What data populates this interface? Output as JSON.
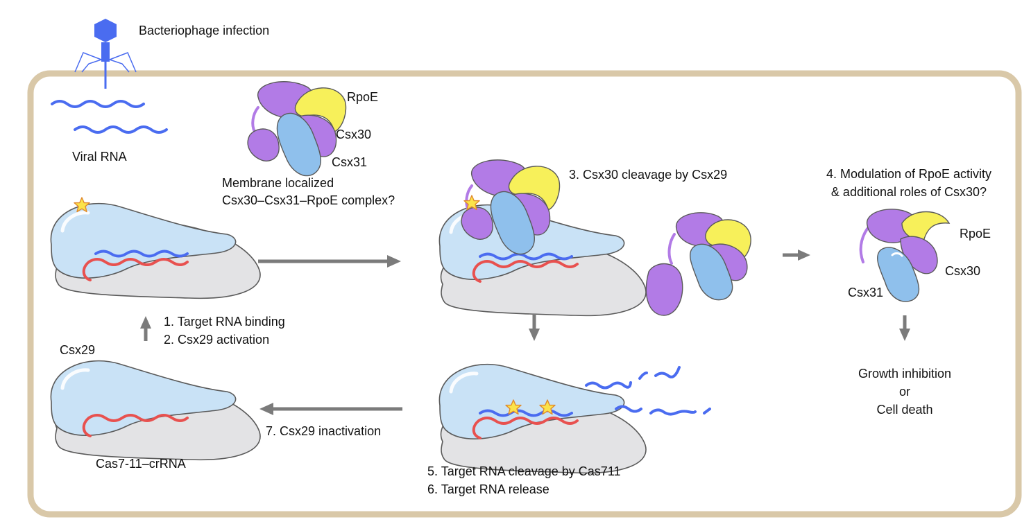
{
  "labels": {
    "phage": "Bacteriophage infection",
    "viral_rna": "Viral RNA",
    "rpoe_top": "RpoE",
    "csx30_top": "Csx30",
    "csx31_top": "Csx31",
    "membrane_line1": "Membrane localized",
    "membrane_line2": "Csx30–Csx31–RpoE complex?",
    "step3": "3. Csx30 cleavage by Csx29",
    "step4_line1": "4. Modulation of RpoE activity",
    "step4_line2": "& additional roles of Csx30?",
    "rpoe_right": "RpoE",
    "csx30_right": "Csx30",
    "csx31_right": "Csx31",
    "step1": "1. Target RNA binding",
    "step2": "2. Csx29 activation",
    "csx29": "Csx29",
    "cas711_crrna": "Cas7-11–crRNA",
    "step7": "7. Csx29 inactivation",
    "step5": "5. Target RNA cleavage by Cas711",
    "step6": "6. Target RNA release",
    "outcome_line1": "Growth inhibition",
    "outcome_line2": "or",
    "outcome_line3": "Cell death"
  },
  "colors": {
    "cell_border": "#d9c8a8",
    "phage": "#4a6cf0",
    "viral_rna": "#4a6cf0",
    "crrna": "#e8514f",
    "cas711": "#e3e3e5",
    "csx29": "#c9e2f6",
    "csx30": "#b27be6",
    "csx31": "#8fc0ec",
    "rpoe": "#f7f05a",
    "star": "#fbe34a",
    "arrow": "#7b7b7b"
  }
}
